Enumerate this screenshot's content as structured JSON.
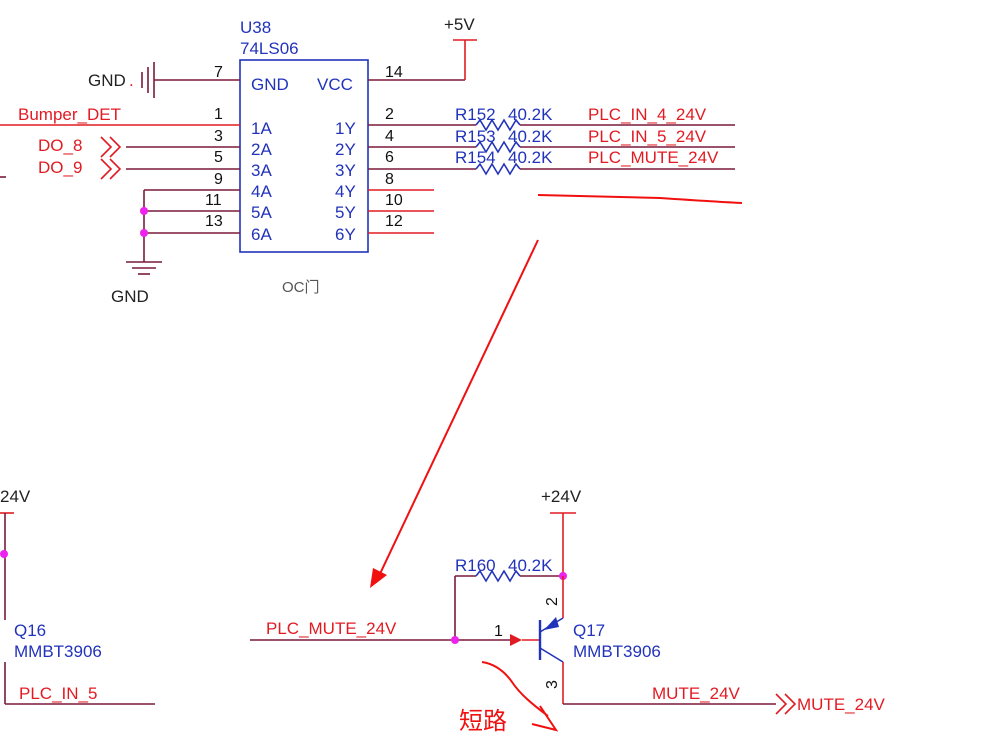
{
  "ic": {
    "refdes": "U38",
    "part": "74LS06",
    "note": "OC门",
    "pins_left": [
      {
        "num": "7",
        "name": "GND"
      },
      {
        "num": "1",
        "name": "1A"
      },
      {
        "num": "3",
        "name": "2A"
      },
      {
        "num": "5",
        "name": "3A"
      },
      {
        "num": "9",
        "name": "4A"
      },
      {
        "num": "11",
        "name": "5A"
      },
      {
        "num": "13",
        "name": "6A"
      }
    ],
    "pins_right": [
      {
        "num": "14",
        "name": "VCC"
      },
      {
        "num": "2",
        "name": "1Y"
      },
      {
        "num": "4",
        "name": "2Y"
      },
      {
        "num": "6",
        "name": "3Y"
      },
      {
        "num": "8",
        "name": "4Y"
      },
      {
        "num": "10",
        "name": "5Y"
      },
      {
        "num": "12",
        "name": "6Y"
      }
    ]
  },
  "power": {
    "plus5": "+5V",
    "gnd_top": "GND",
    "gnd_bottom": "GND",
    "plus24_left": "24V",
    "plus24_right": "+24V"
  },
  "nets": {
    "bumper": "Bumper_DET",
    "do8": "DO_8",
    "do9": "DO_9",
    "plc_in_4": "PLC_IN_4_24V",
    "plc_in_5": "PLC_IN_5_24V",
    "plc_mute": "PLC_MUTE_24V",
    "plc_mute_lower": "PLC_MUTE_24V",
    "plc_in_5_short": "PLC_IN_5",
    "mute": "MUTE_24V",
    "mute_port": "MUTE_24V"
  },
  "resistors": {
    "r152": {
      "ref": "R152",
      "value": "40.2K"
    },
    "r153": {
      "ref": "R153",
      "value": "40.2K"
    },
    "r154": {
      "ref": "R154",
      "value": "40.2K"
    },
    "r160": {
      "ref": "R160",
      "value": "40.2K"
    }
  },
  "transistors": {
    "q16": {
      "ref": "Q16",
      "part": "MMBT3906"
    },
    "q17": {
      "ref": "Q17",
      "part": "MMBT3906",
      "pin_base": "1",
      "pin_emitter": "2",
      "pin_collector": "3"
    }
  },
  "annotation": {
    "short_circuit": "短路"
  },
  "colors": {
    "wire": "#7a1a3a",
    "net_label": "#e21b23",
    "component": "#2233bb",
    "junction": "#ee22ee",
    "annotation": "#f01010"
  }
}
